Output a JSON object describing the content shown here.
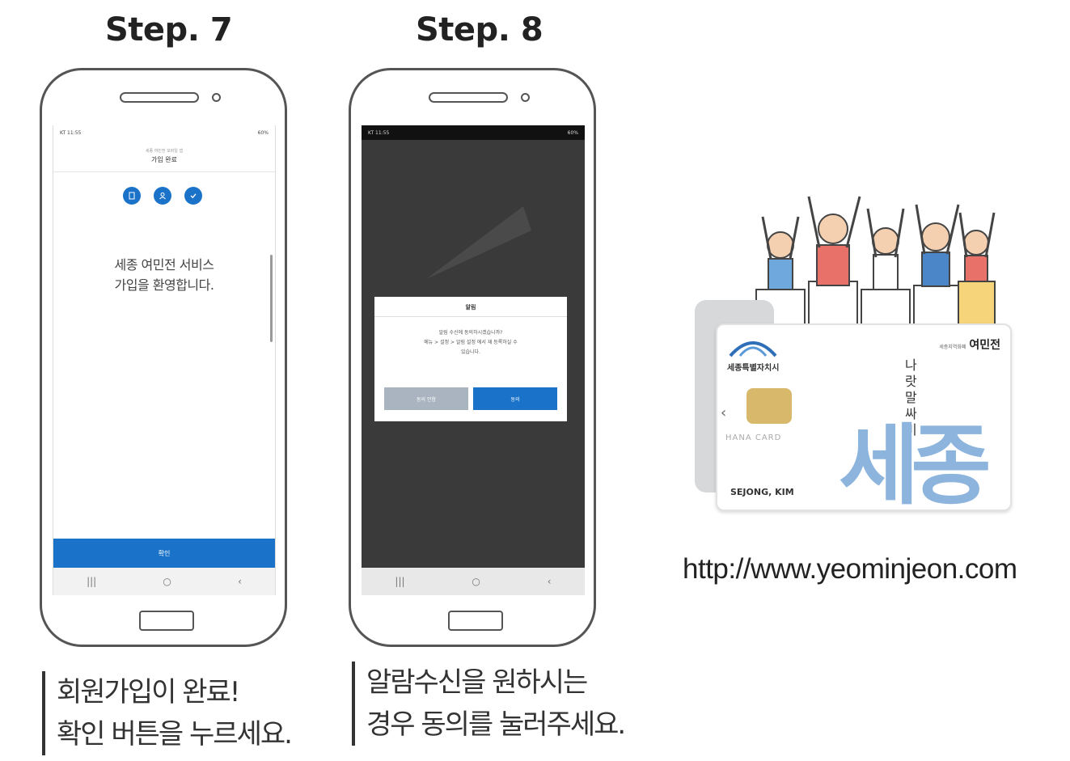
{
  "steps": [
    {
      "title": "Step. 7",
      "caption_line1": "회원가입이 완료!",
      "caption_line2": "확인 버튼을 누르세요.",
      "screen": {
        "status_left": "KT 11:55",
        "status_right": "60%",
        "header_sub": "세종 여민전 모바일 앱",
        "header_title": "가입 완료",
        "welcome_line1": "세종 여민전 서비스",
        "welcome_line2": "가입을 환영합니다.",
        "confirm_label": "확인"
      }
    },
    {
      "title": "Step. 8",
      "caption_line1": "알람수신을 원하시는",
      "caption_line2": "경우 동의를 눌러주세요.",
      "screen": {
        "status_left": "KT 11:55",
        "status_right": "60%",
        "dialog_title": "알림",
        "dialog_line1": "알림 수신에 동의하시겠습니까?",
        "dialog_line2": "메뉴 > 설정 > 알림 설정 에서 재 등록하실 수",
        "dialog_line3": "있습니다.",
        "deny_label": "동의 안함",
        "agree_label": "동의"
      }
    }
  ],
  "navbar": {
    "recent": "|||",
    "home": "○",
    "back": "‹"
  },
  "card": {
    "city_label": "세종특별자치시",
    "top_right_small": "세종지역화폐",
    "top_right_label": "여민전",
    "issuer": "HANA CARD",
    "holder": "SEJONG, KIM",
    "vertical_text": "나랏말싸미",
    "big_text": "세종"
  },
  "url": "http://www.yeominjeon.com",
  "colors": {
    "accent_blue": "#1a73c9",
    "card_blue": "#8cb4dd",
    "chip_gold": "#d8b86a"
  }
}
